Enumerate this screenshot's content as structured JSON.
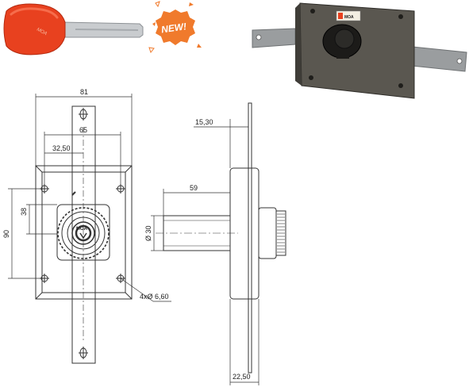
{
  "badge": {
    "label": "NEW!",
    "color": "#f07a2c"
  },
  "key": {
    "head_color": "#e8411f",
    "logo": "MOA"
  },
  "lock_photo": {
    "body_color": "#5a5750",
    "bar_color": "#9a9d9f",
    "label_logo": "MOA"
  },
  "drawing": {
    "front_view": {
      "width_total": "81",
      "width_mid": "65",
      "width_half": "32,50",
      "height_total": "90",
      "height_inner": "38",
      "holes_note": "4xØ 6,60",
      "center_logo": "MOA"
    },
    "side_view": {
      "offset_top": "15,30",
      "cylinder_length": "59",
      "cylinder_diameter": "Ø 30",
      "depth_bottom": "22,50"
    }
  }
}
